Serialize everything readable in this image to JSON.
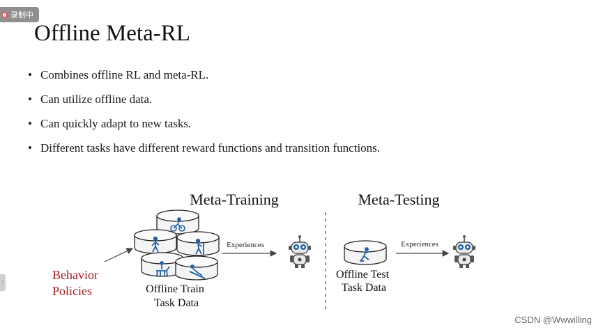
{
  "recorder": {
    "label": "录制中"
  },
  "side_handle": {
    "glyph": "⋮"
  },
  "slide": {
    "title": "Offline Meta-RL",
    "bullets": [
      "Combines offline RL and meta-RL.",
      "Can utilize offline data.",
      "Can quickly adapt to new tasks.",
      "Different tasks have different reward functions and transition functions."
    ]
  },
  "diagram": {
    "training_heading": "Meta-Training",
    "testing_heading": "Meta-Testing",
    "behavior_line1": "Behavior",
    "behavior_line2": "Policies",
    "train_label_line1": "Offline Train",
    "train_label_line2": "Task Data",
    "test_label_line1": "Offline Test",
    "test_label_line2": "Task Data",
    "experiences_label": "Experiences",
    "accent_color": "#a61c1c",
    "task_icon_color": "#1f5fa8"
  },
  "watermark": {
    "text": "CSDN @Wwwilling"
  }
}
